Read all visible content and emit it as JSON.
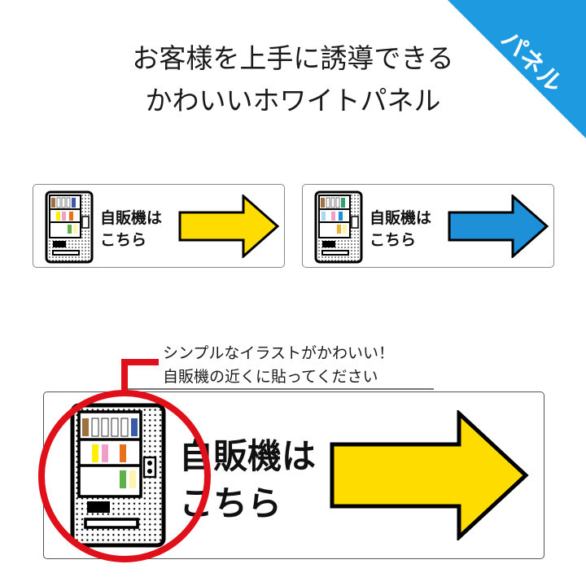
{
  "corner_badge": {
    "label": "パネル",
    "color": "#1e9be0"
  },
  "headline": {
    "line1": "お客様を上手に誘導できる",
    "line2": "かわいいホワイトパネル"
  },
  "panels": [
    {
      "id": "yellow",
      "text": "自販機は\nこちら",
      "arrow_color": "#ffdc00",
      "accent_colors": [
        "#a07040",
        "#ffffff",
        "#ffffff",
        "#ffffff",
        "#3a5aa8",
        "#ffef00",
        "#f0a0c8",
        "#e8701a",
        "#60b048",
        "#fff4b0"
      ]
    },
    {
      "id": "blue",
      "text": "自販機は\nこちら",
      "arrow_color": "#1e90d8",
      "accent_colors": [
        "#a07040",
        "#ffffff",
        "#ffffff",
        "#ffffff",
        "#30a070",
        "#a8d8f0",
        "#f0a0c8",
        "#1e90d8",
        "#f0b030",
        "#fff4b0"
      ]
    }
  ],
  "large_panel": {
    "text": "自販機は\nこちら",
    "arrow_color": "#ffdc00"
  },
  "callout": {
    "text": "シンプルなイラストがかわいい！\n自販機の近くに貼ってください",
    "highlight_color": "#e0101a"
  }
}
